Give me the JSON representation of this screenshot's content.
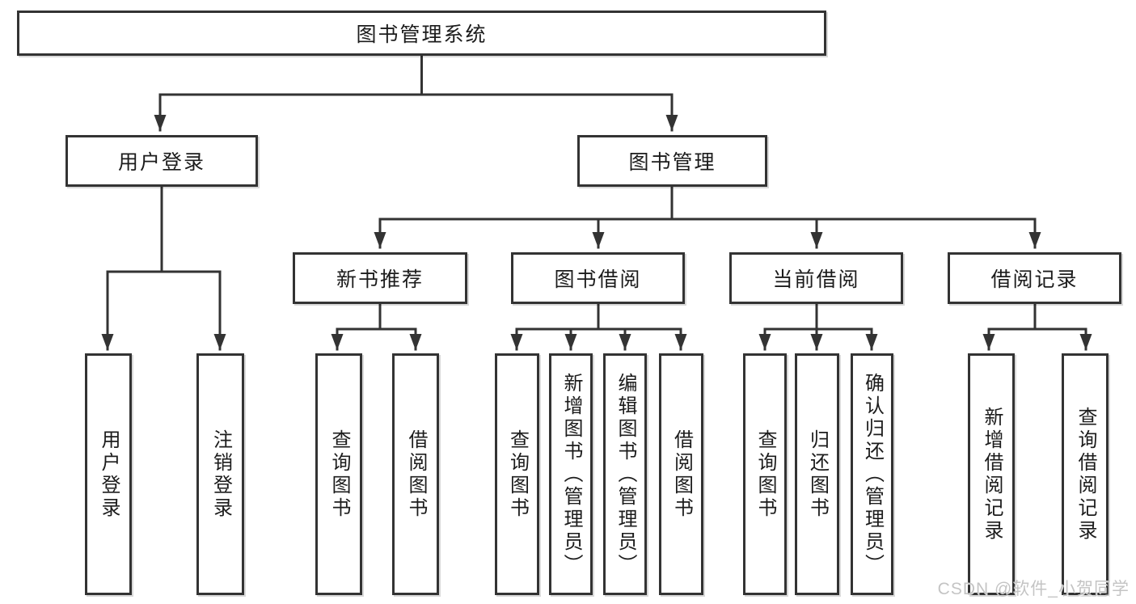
{
  "diagram_title": "图书管理系统",
  "tree": {
    "label": "图书管理系统",
    "children": [
      {
        "label": "用户登录",
        "children": [
          {
            "label": "用户登录"
          },
          {
            "label": "注销登录"
          }
        ]
      },
      {
        "label": "图书管理",
        "children": [
          {
            "label": "新书推荐",
            "children": [
              {
                "label": "查询图书"
              },
              {
                "label": "借阅图书"
              }
            ]
          },
          {
            "label": "图书借阅",
            "children": [
              {
                "label": "查询图书"
              },
              {
                "label": "新增图书（管理员）"
              },
              {
                "label": "编辑图书（管理员）"
              },
              {
                "label": "借阅图书"
              }
            ]
          },
          {
            "label": "当前借阅",
            "children": [
              {
                "label": "查询图书"
              },
              {
                "label": "归还图书"
              },
              {
                "label": "确认归还（管理员）"
              }
            ]
          },
          {
            "label": "借阅记录",
            "children": [
              {
                "label": "新增借阅记录"
              },
              {
                "label": "查询借阅记录"
              }
            ]
          }
        ]
      }
    ]
  },
  "watermark": {
    "text": "CSDN @软件_小贺同学"
  },
  "colors": {
    "line": "#333333",
    "text": "#1c1c1c",
    "watermark": "#c4c4c4",
    "background": "#ffffff"
  }
}
